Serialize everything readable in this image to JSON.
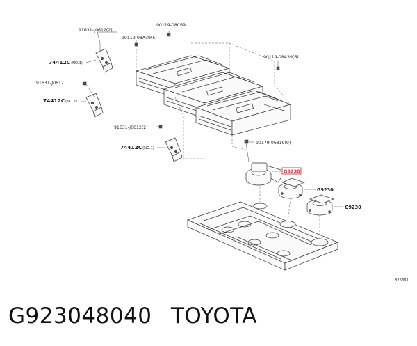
{
  "diagram": {
    "ref_code": "826361",
    "labels": [
      {
        "key": "b91631_a",
        "text": "91631-J0612",
        "qty": "(2)"
      },
      {
        "key": "b90119_08c69",
        "text": "90119-08C69",
        "qty": ""
      },
      {
        "key": "b90119_08a39_5",
        "text": "90119-08A39",
        "qty": "(5)"
      },
      {
        "key": "b74412c_1",
        "text": "74412C",
        "qty": "(NO.1)"
      },
      {
        "key": "b91631_b",
        "text": "91631-J0612",
        "qty": ""
      },
      {
        "key": "b74412c_2",
        "text": "74412C",
        "qty": "(NO.2)"
      },
      {
        "key": "b90119_08a39_6",
        "text": "90119-08A39",
        "qty": "(6)"
      },
      {
        "key": "b91631_c",
        "text": "91631-J0612",
        "qty": "(2)"
      },
      {
        "key": "b74412c_3",
        "text": "74412C",
        "qty": "(NO.1)"
      },
      {
        "key": "b90179",
        "text": "90179-06319",
        "qty": "(9)"
      }
    ],
    "highlight_label": "G9230",
    "fan_labels": [
      "G9230",
      "G9230"
    ]
  },
  "footer": {
    "part_number": "G923048040",
    "brand": "TOYOTA"
  }
}
